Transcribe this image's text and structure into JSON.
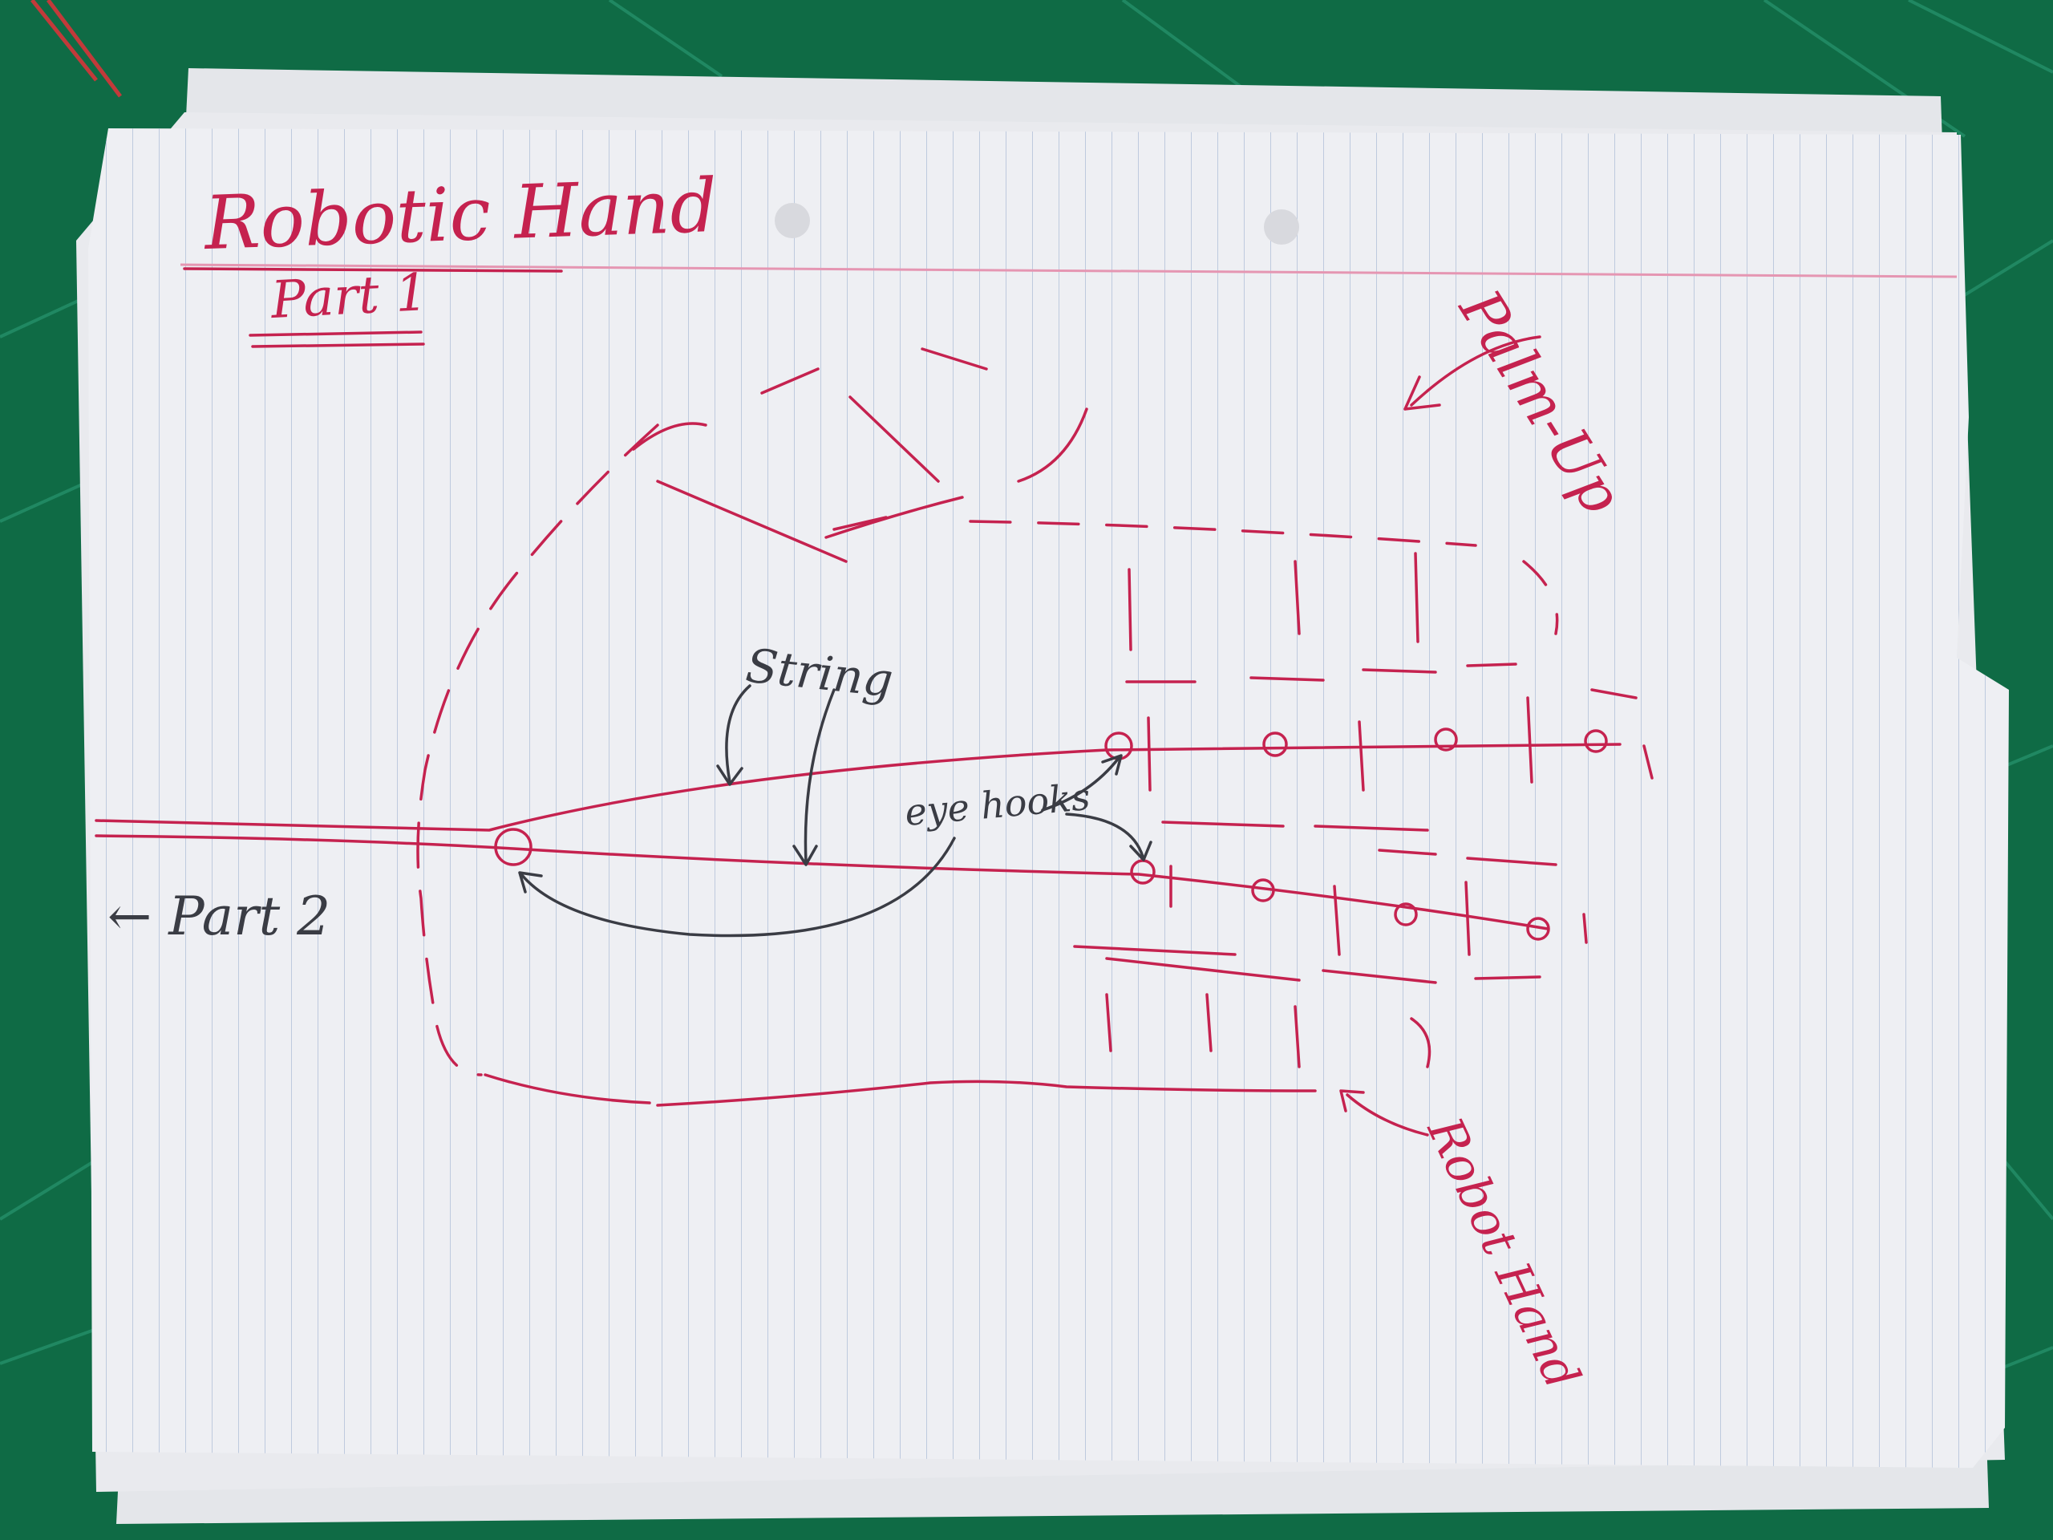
{
  "colors": {
    "cutting_mat": "#0f6b45",
    "mat_grid": "#2fa07a",
    "paper": "#eeeff3",
    "rule_lines": "#b9c6dc",
    "margin_line": "#e596b2",
    "red_ink": "#c5224f",
    "dark_ink": "#3a3c44"
  },
  "title": "Robotic Hand",
  "subtitle": "Part 1",
  "labels": {
    "palm_up": "Palm-Up",
    "string": "String",
    "eye_hooks": "eye hooks",
    "part_2": "← Part 2",
    "robot_hand": "Robot Hand"
  },
  "icons": [
    "arrow-icon",
    "eye-hook-icon"
  ]
}
